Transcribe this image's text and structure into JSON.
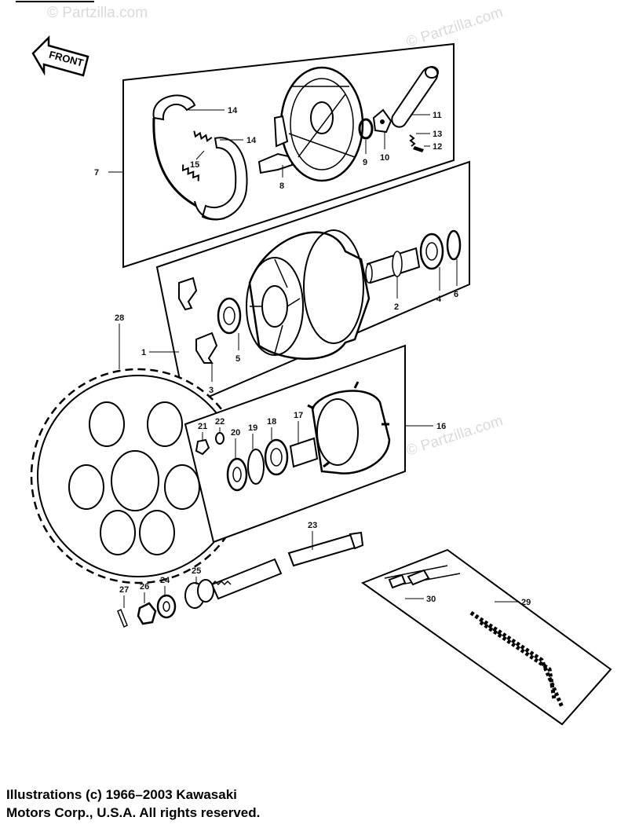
{
  "front_label": "FRONT",
  "watermark": "© Partzilla.com",
  "copyright": {
    "line1": "Illustrations (c) 1966–2003 Kawasaki",
    "line2": "Motors Corp., U.S.A.  All rights reserved."
  },
  "callouts": {
    "c1": "1",
    "c2": "2",
    "c3": "3",
    "c4": "4",
    "c5": "5",
    "c6": "6",
    "c7": "7",
    "c8": "8",
    "c9": "9",
    "c10": "10",
    "c11": "11",
    "c12": "12",
    "c13": "13",
    "c14a": "14",
    "c14b": "14",
    "c15": "15",
    "c16": "16",
    "c17": "17",
    "c18": "18",
    "c19": "19",
    "c20": "20",
    "c21": "21",
    "c22": "22",
    "c23": "23",
    "c24": "24",
    "c25": "25",
    "c26": "26",
    "c27": "27",
    "c28": "28",
    "c29": "29",
    "c30": "30"
  }
}
